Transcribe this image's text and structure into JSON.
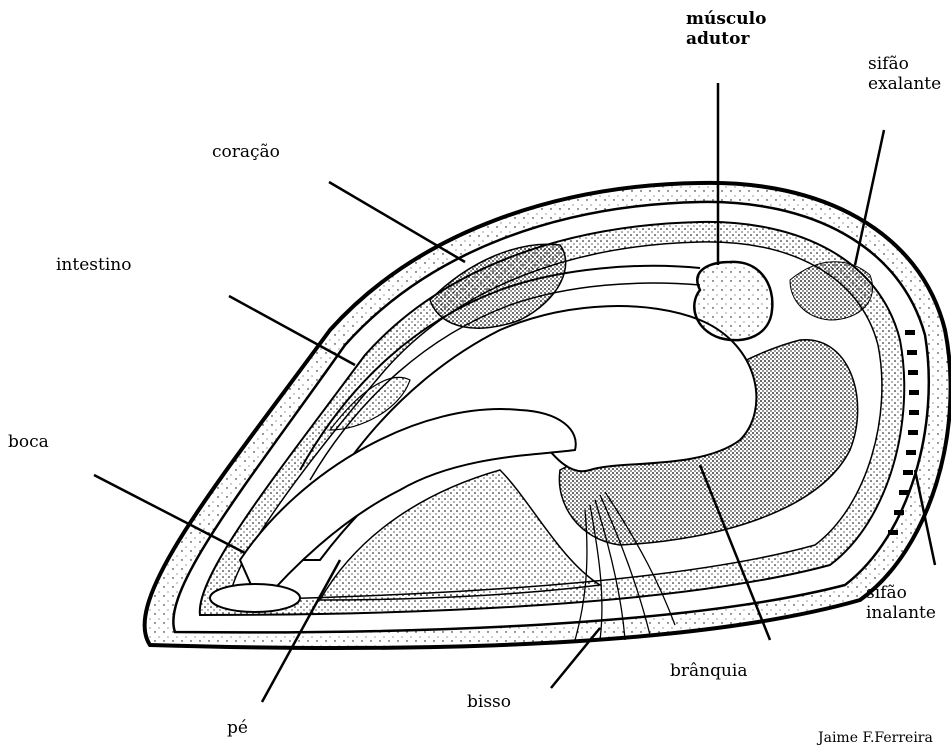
{
  "labels": {
    "musculo_adutor_line1": "músculo",
    "musculo_adutor_line2": "adutor",
    "sifao_exalante_line1": "sifão",
    "sifao_exalante_line2": "exalante",
    "coracao": "coração",
    "intestino": "intestino",
    "boca": "boca",
    "sifao_inalante_line1": "sifão",
    "sifao_inalante_line2": "inalante",
    "branquia": "brânquia",
    "bisso": "bisso",
    "pe": "pé"
  },
  "credit": "Jaime F.Ferreira"
}
